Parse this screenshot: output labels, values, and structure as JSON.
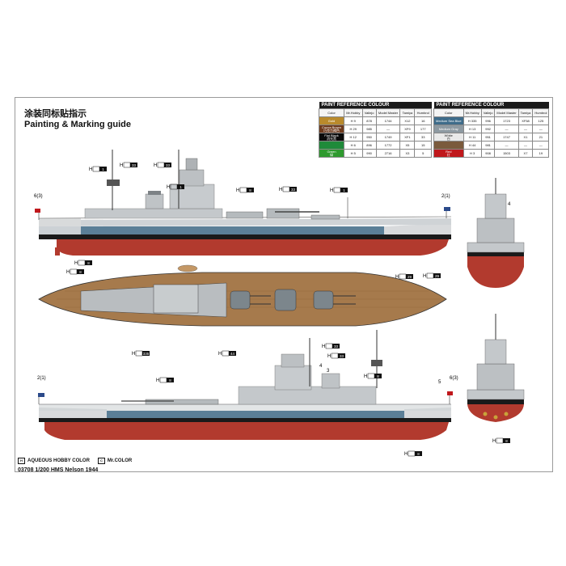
{
  "header": {
    "title_cn": "涂装同标贴指示",
    "title_en": "Painting & Marking guide"
  },
  "paint_table_left": {
    "title": "PAINT REFERENCE COLOUR",
    "columns": [
      "Color",
      "Mr.Hobby",
      "Vallejo",
      "Model Master",
      "Tamiya",
      "Humbrol"
    ],
    "rows": [
      {
        "swatch": "#b98a2c",
        "name": "Gold",
        "name_cn": "",
        "hobby": "9",
        "vallejo": "878",
        "model_master": "1744",
        "tamiya": "X12",
        "humbrol": "16"
      },
      {
        "swatch": "#6e3a1c",
        "name": "Cocoa Brown",
        "name_cn": "巧克力褐色",
        "hobby": "29",
        "vallejo": "985",
        "model_master": "—",
        "tamiya": "XF9",
        "humbrol": "177"
      },
      {
        "swatch": "#0a0a0a",
        "name": "Flat Black",
        "name_cn": "消光黑",
        "hobby": "12",
        "vallejo": "950",
        "model_master": "1749",
        "tamiya": "XF1",
        "humbrol": "33"
      },
      {
        "swatch": "#1f8a3a",
        "name": "",
        "name_cn": "",
        "hobby": "6",
        "vallejo": "896",
        "model_master": "1772",
        "tamiya": "X5",
        "humbrol": "15"
      },
      {
        "swatch": "#2f9a2f",
        "name": "Green",
        "name_cn": "绿",
        "hobby": "5",
        "vallejo": "990",
        "model_master": "2716",
        "tamiya": "X3",
        "humbrol": "5"
      }
    ]
  },
  "paint_table_right": {
    "title": "PAINT REFERENCE COLOUR",
    "columns": [
      "Color",
      "Mr.Hobby",
      "Vallejo",
      "Model Master",
      "Tamiya",
      "Humbrol"
    ],
    "rows": [
      {
        "swatch": "#3e6c8a",
        "name": "Medium Sea Blue",
        "name_cn": "",
        "hobby": "335",
        "vallejo": "996",
        "model_master": "1723",
        "tamiya": "XF58",
        "humbrol": "125"
      },
      {
        "swatch": "#8e9aa2",
        "name": "Medium Gray",
        "name_cn": "",
        "hobby": "13",
        "vallejo": "992",
        "model_master": "—",
        "tamiya": "—",
        "humbrol": "—"
      },
      {
        "swatch": "#e9e9e9",
        "name": "White",
        "name_cn": "白",
        "hobby": "11",
        "vallejo": "951",
        "model_master": "1747",
        "tamiya": "X1",
        "humbrol": "21"
      },
      {
        "swatch": "#7a5a3c",
        "name": "",
        "name_cn": "",
        "hobby": "44",
        "vallejo": "981",
        "model_master": "—",
        "tamiya": "—",
        "humbrol": "—"
      },
      {
        "swatch": "#c0181c",
        "name": "Red",
        "name_cn": "红",
        "hobby": "3",
        "vallejo": "908",
        "model_master": "1503",
        "tamiya": "X7",
        "humbrol": "19"
      }
    ]
  },
  "callouts": {
    "top_profile": [
      "1",
      "33",
      "33",
      "1",
      "8",
      "33",
      "1"
    ],
    "top_profile_bottom": [
      "8",
      "8",
      "29",
      "29"
    ],
    "plan_bottom": [
      "335",
      "44"
    ],
    "bottom_profile": [
      "8",
      "33",
      "33",
      "8"
    ],
    "bottom_profile_bottom": [
      "8"
    ],
    "front_view": [
      "8"
    ],
    "pointer_numbers": {
      "top_left": "6(3)",
      "top_right": "2(1)",
      "front_top": "4",
      "bottom_left": "2(1)",
      "bottom_mid_left": "4",
      "bottom_mid_right": "3",
      "bottom_right_num": "5",
      "bottom_right": "6(3)"
    }
  },
  "legend": {
    "aqueous": "AQUEOUS HOBBY COLOR",
    "aqueous_mark": "H",
    "mrcolor": "Mr.COLOR",
    "mrcolor_mark": "C"
  },
  "footer": "03708 1/200 HMS Nelson 1944",
  "colors": {
    "hull_red": "#b23a2e",
    "sea_blue": "#5b7f97",
    "light_gray": "#d8dadc",
    "deck_wood": "#a67a4c",
    "boot_black": "#1a1a1a"
  }
}
